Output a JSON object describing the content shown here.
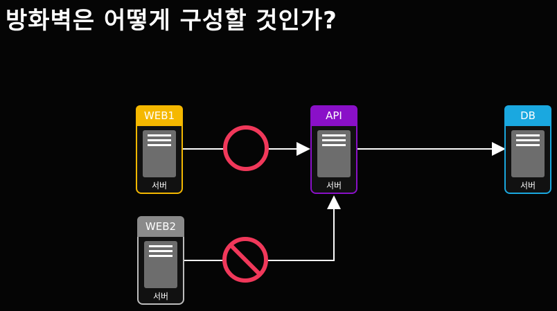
{
  "title": "방화벽은 어떻게 구성할 것인가?",
  "nodes": {
    "web1": {
      "label": "WEB1",
      "sublabel": "서버",
      "color": "#f5b800"
    },
    "web2": {
      "label": "WEB2",
      "sublabel": "서버",
      "color": "#8a8a8a"
    },
    "api": {
      "label": "API",
      "sublabel": "서버",
      "color": "#8a10c8"
    },
    "db": {
      "label": "DB",
      "sublabel": "서버",
      "color": "#1aa8e0"
    }
  },
  "edges": [
    {
      "from": "WEB1",
      "to": "API",
      "status": "allowed",
      "symbol": "circle"
    },
    {
      "from": "WEB2",
      "to": "API",
      "status": "blocked",
      "symbol": "prohibited"
    },
    {
      "from": "API",
      "to": "DB",
      "status": "allowed",
      "symbol": "none"
    }
  ],
  "colors": {
    "allow_mark": "#f0385a",
    "block_mark": "#f0385a",
    "line": "#ffffff"
  }
}
